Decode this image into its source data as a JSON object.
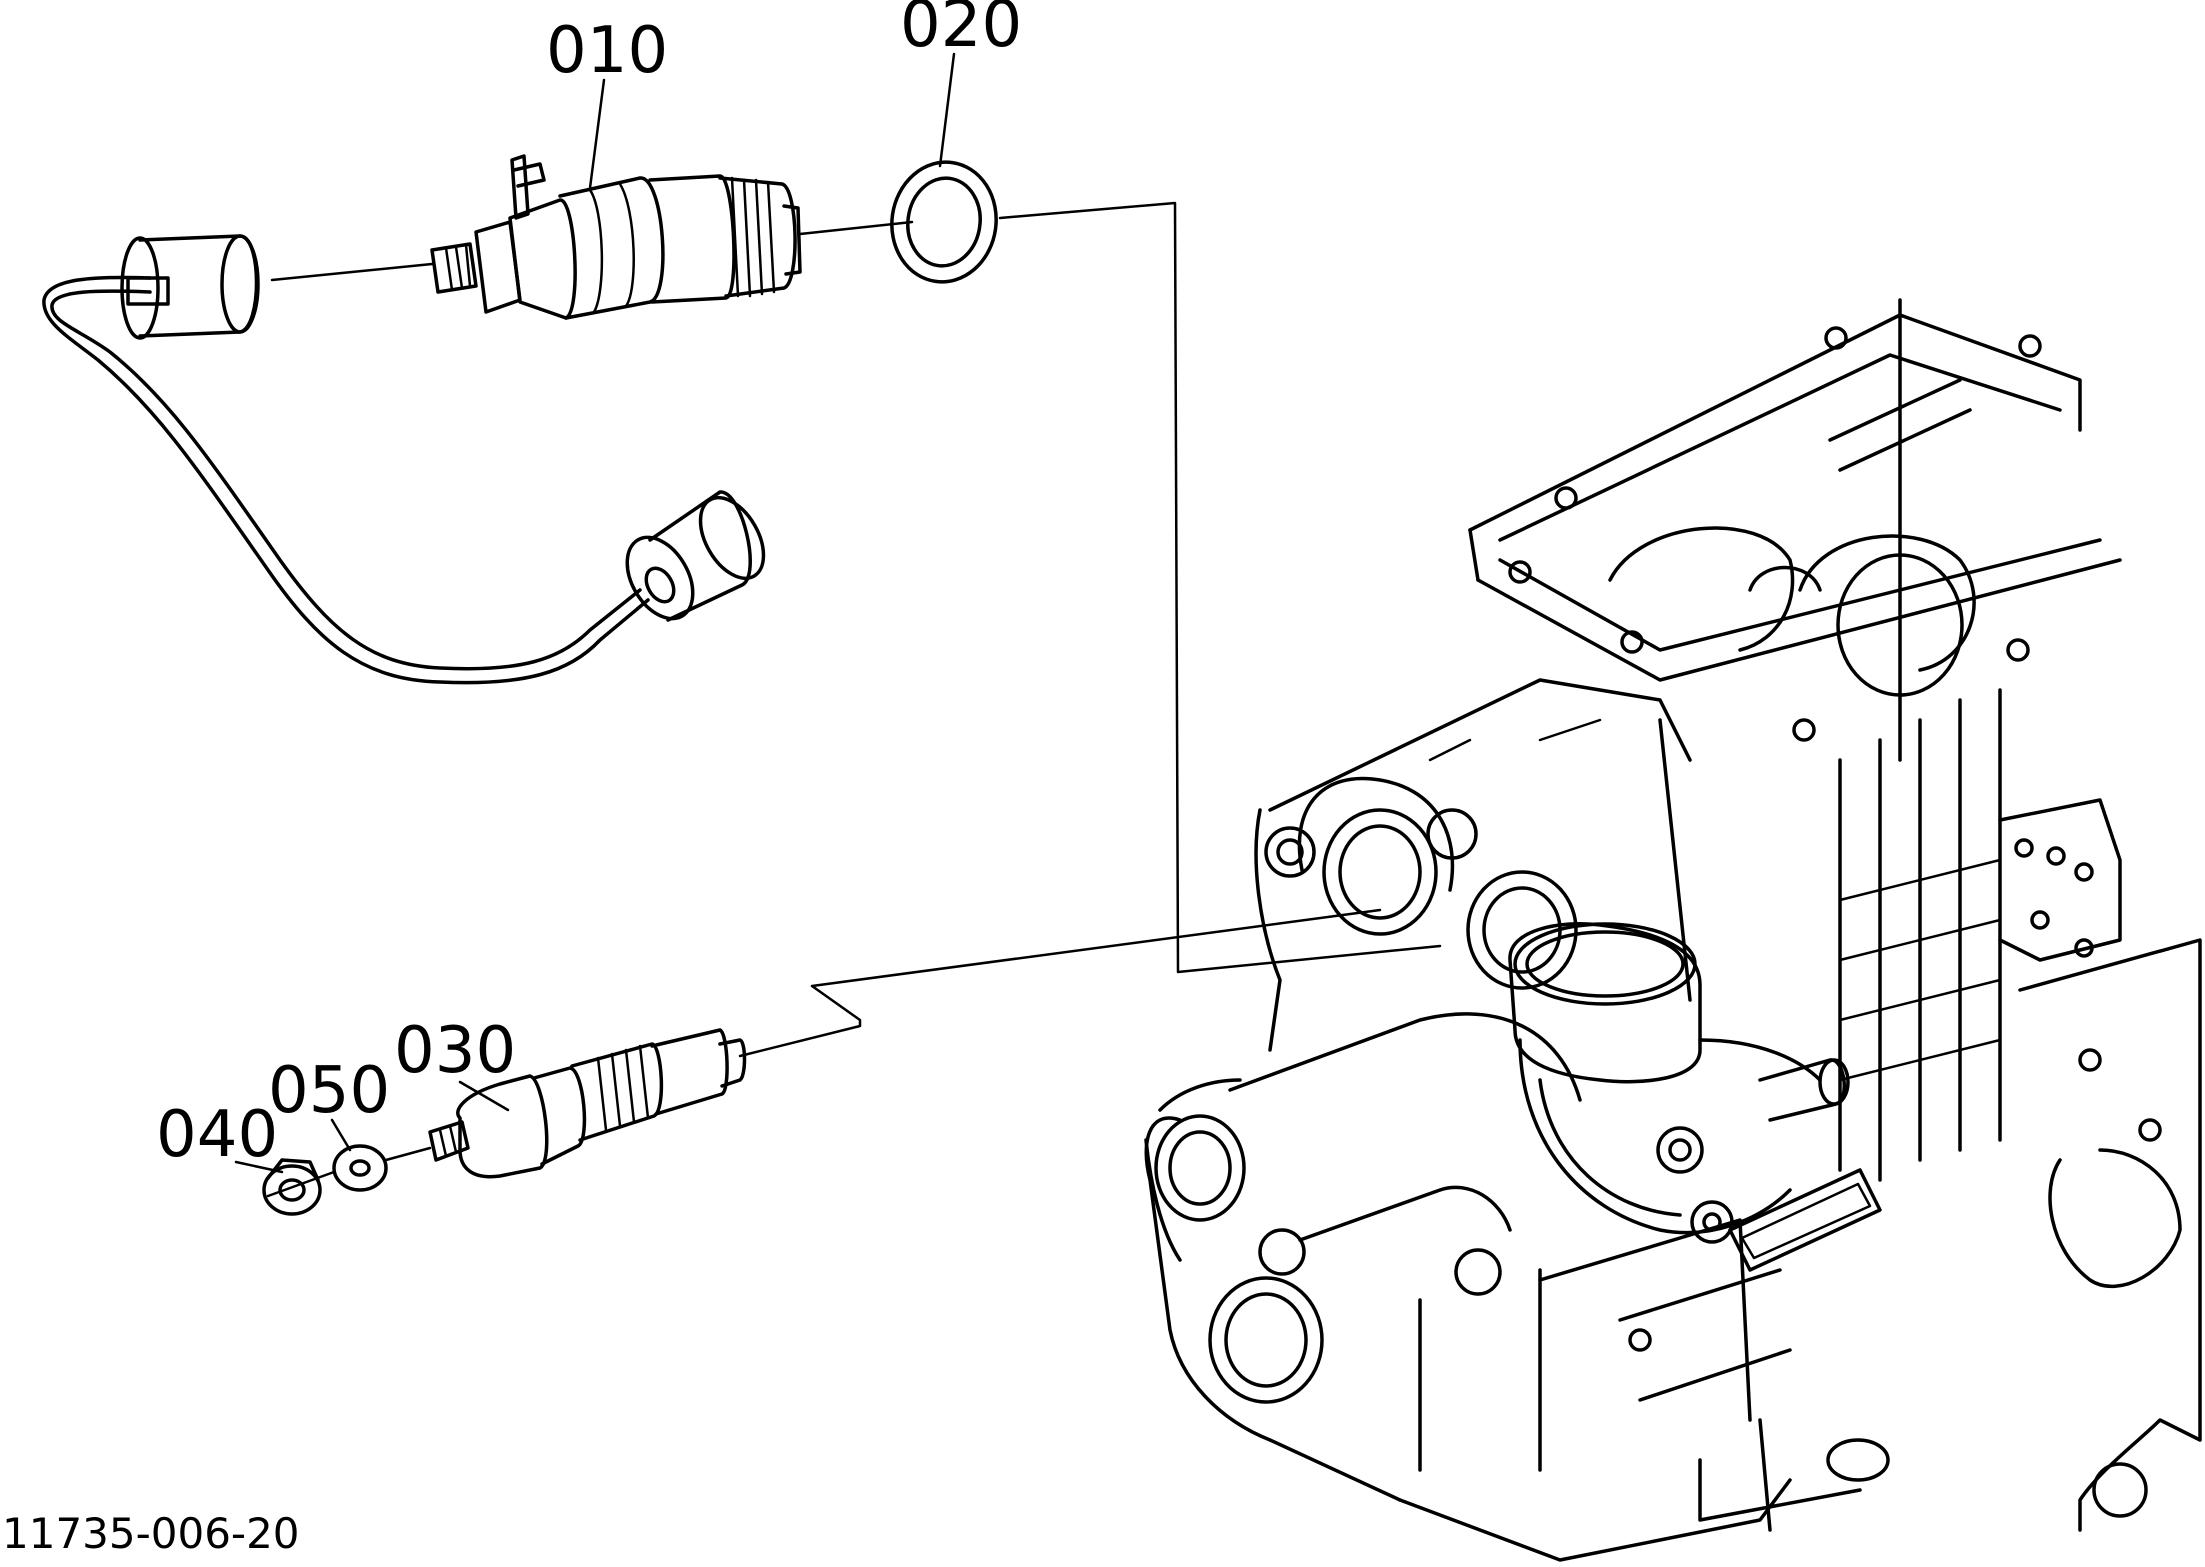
{
  "callouts": {
    "injection_nozzle": "010",
    "nozzle_gasket": "020",
    "glow_plug": "030",
    "glow_plug_nut": "040",
    "glow_plug_washer": "050"
  },
  "drawing_number": "11735-006-20"
}
